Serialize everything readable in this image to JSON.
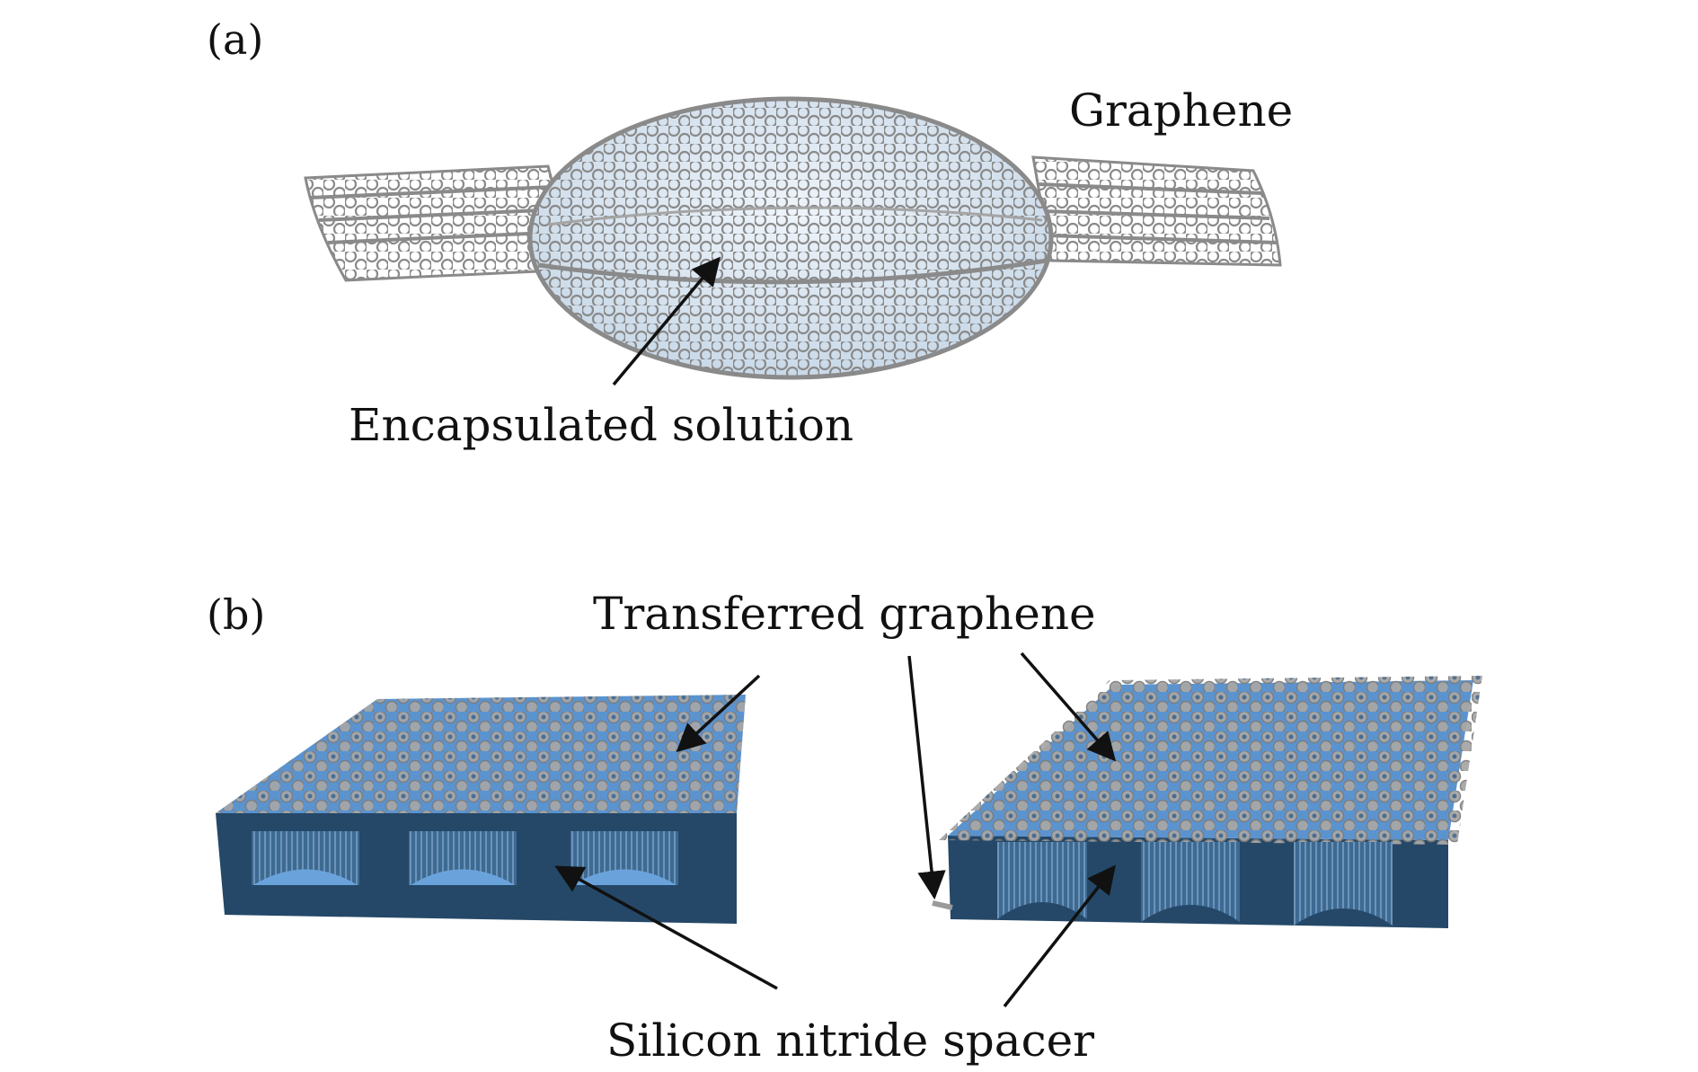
{
  "panel_a": {
    "tag": "(a)",
    "graphene_label": "Graphene",
    "solution_label": "Encapsulated solution"
  },
  "panel_b": {
    "tag": "(b)",
    "graphene_label": "Transferred graphene",
    "spacer_label": "Silicon nitride spacer"
  },
  "colors": {
    "graphene": "#8a8a8a",
    "spacer_top": "#5b93cf",
    "spacer_side": "#254868",
    "solution": "#dfe9f3"
  }
}
